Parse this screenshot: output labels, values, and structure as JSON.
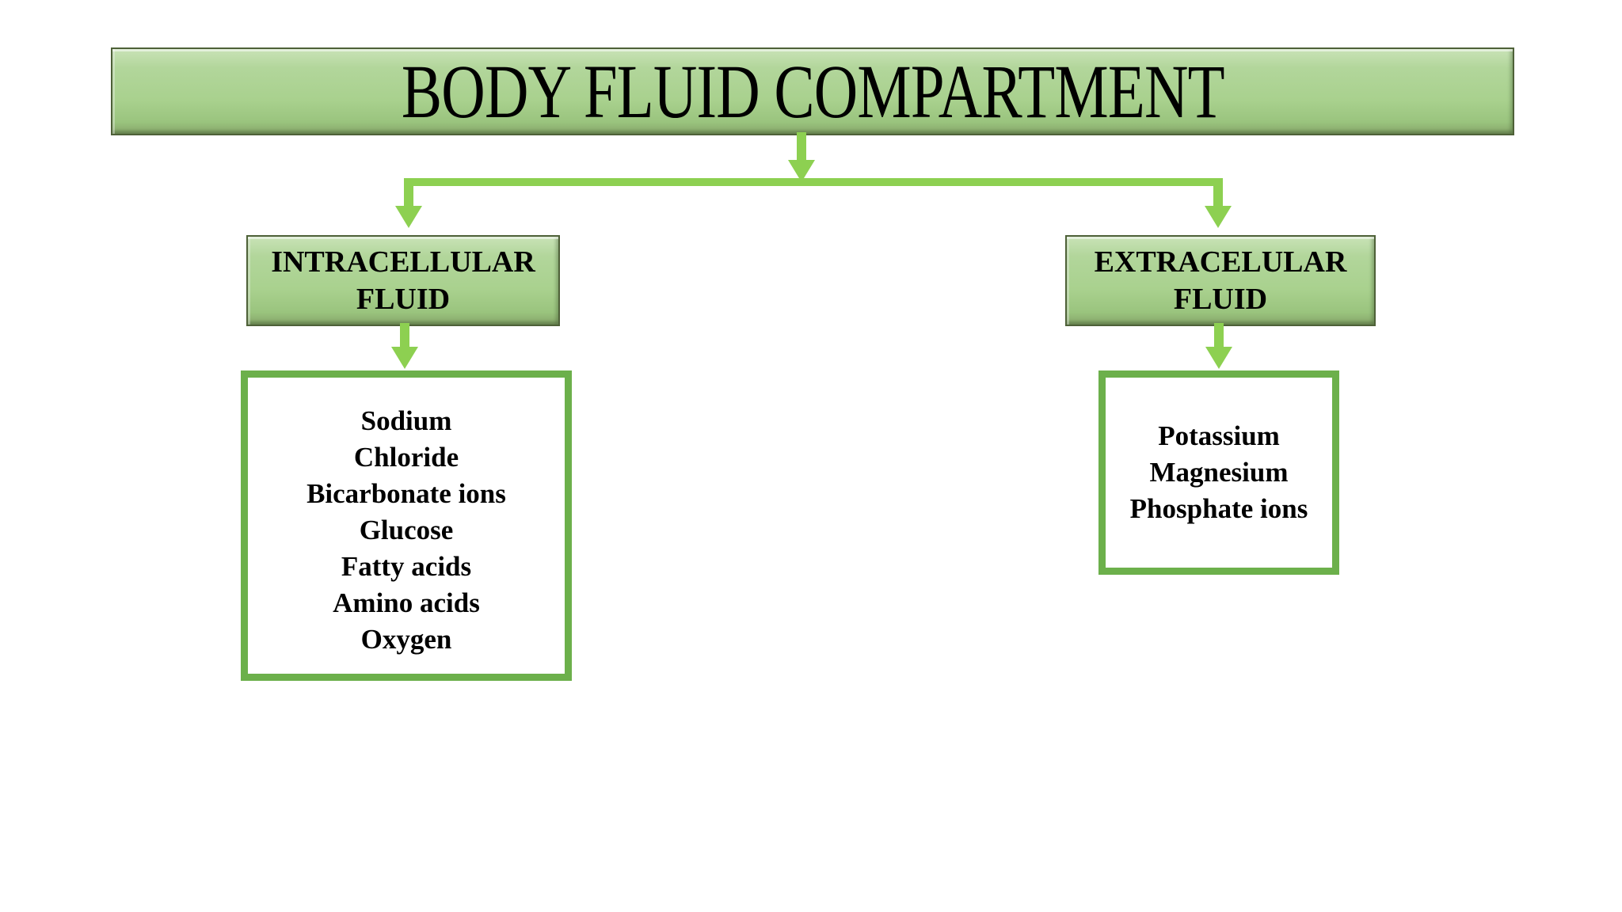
{
  "diagram": {
    "title": "BODY FLUID COMPARTMENT",
    "colors": {
      "connector_green": "#8dd051",
      "list_border_green": "#6cb04b",
      "node_border_dark": "#4e6138",
      "node_fill": "#a9d18e",
      "node_fill_light": "#c9e3b7",
      "node_fill_shadow": "#86a569",
      "text": "#000000",
      "background": "#ffffff"
    },
    "branches": [
      {
        "name": "INTRACELLULAR FLUID",
        "label_line1": "INTRACELLULAR",
        "label_line2": "FLUID",
        "items": [
          "Sodium",
          "Chloride",
          "Bicarbonate ions",
          "Glucose",
          "Fatty acids",
          "Amino acids",
          "Oxygen"
        ]
      },
      {
        "name": "EXTRACELULAR FLUID",
        "label_line1": "EXTRACELULAR",
        "label_line2": "FLUID",
        "items": [
          "Potassium",
          "Magnesium",
          "Phosphate ions"
        ]
      }
    ]
  }
}
